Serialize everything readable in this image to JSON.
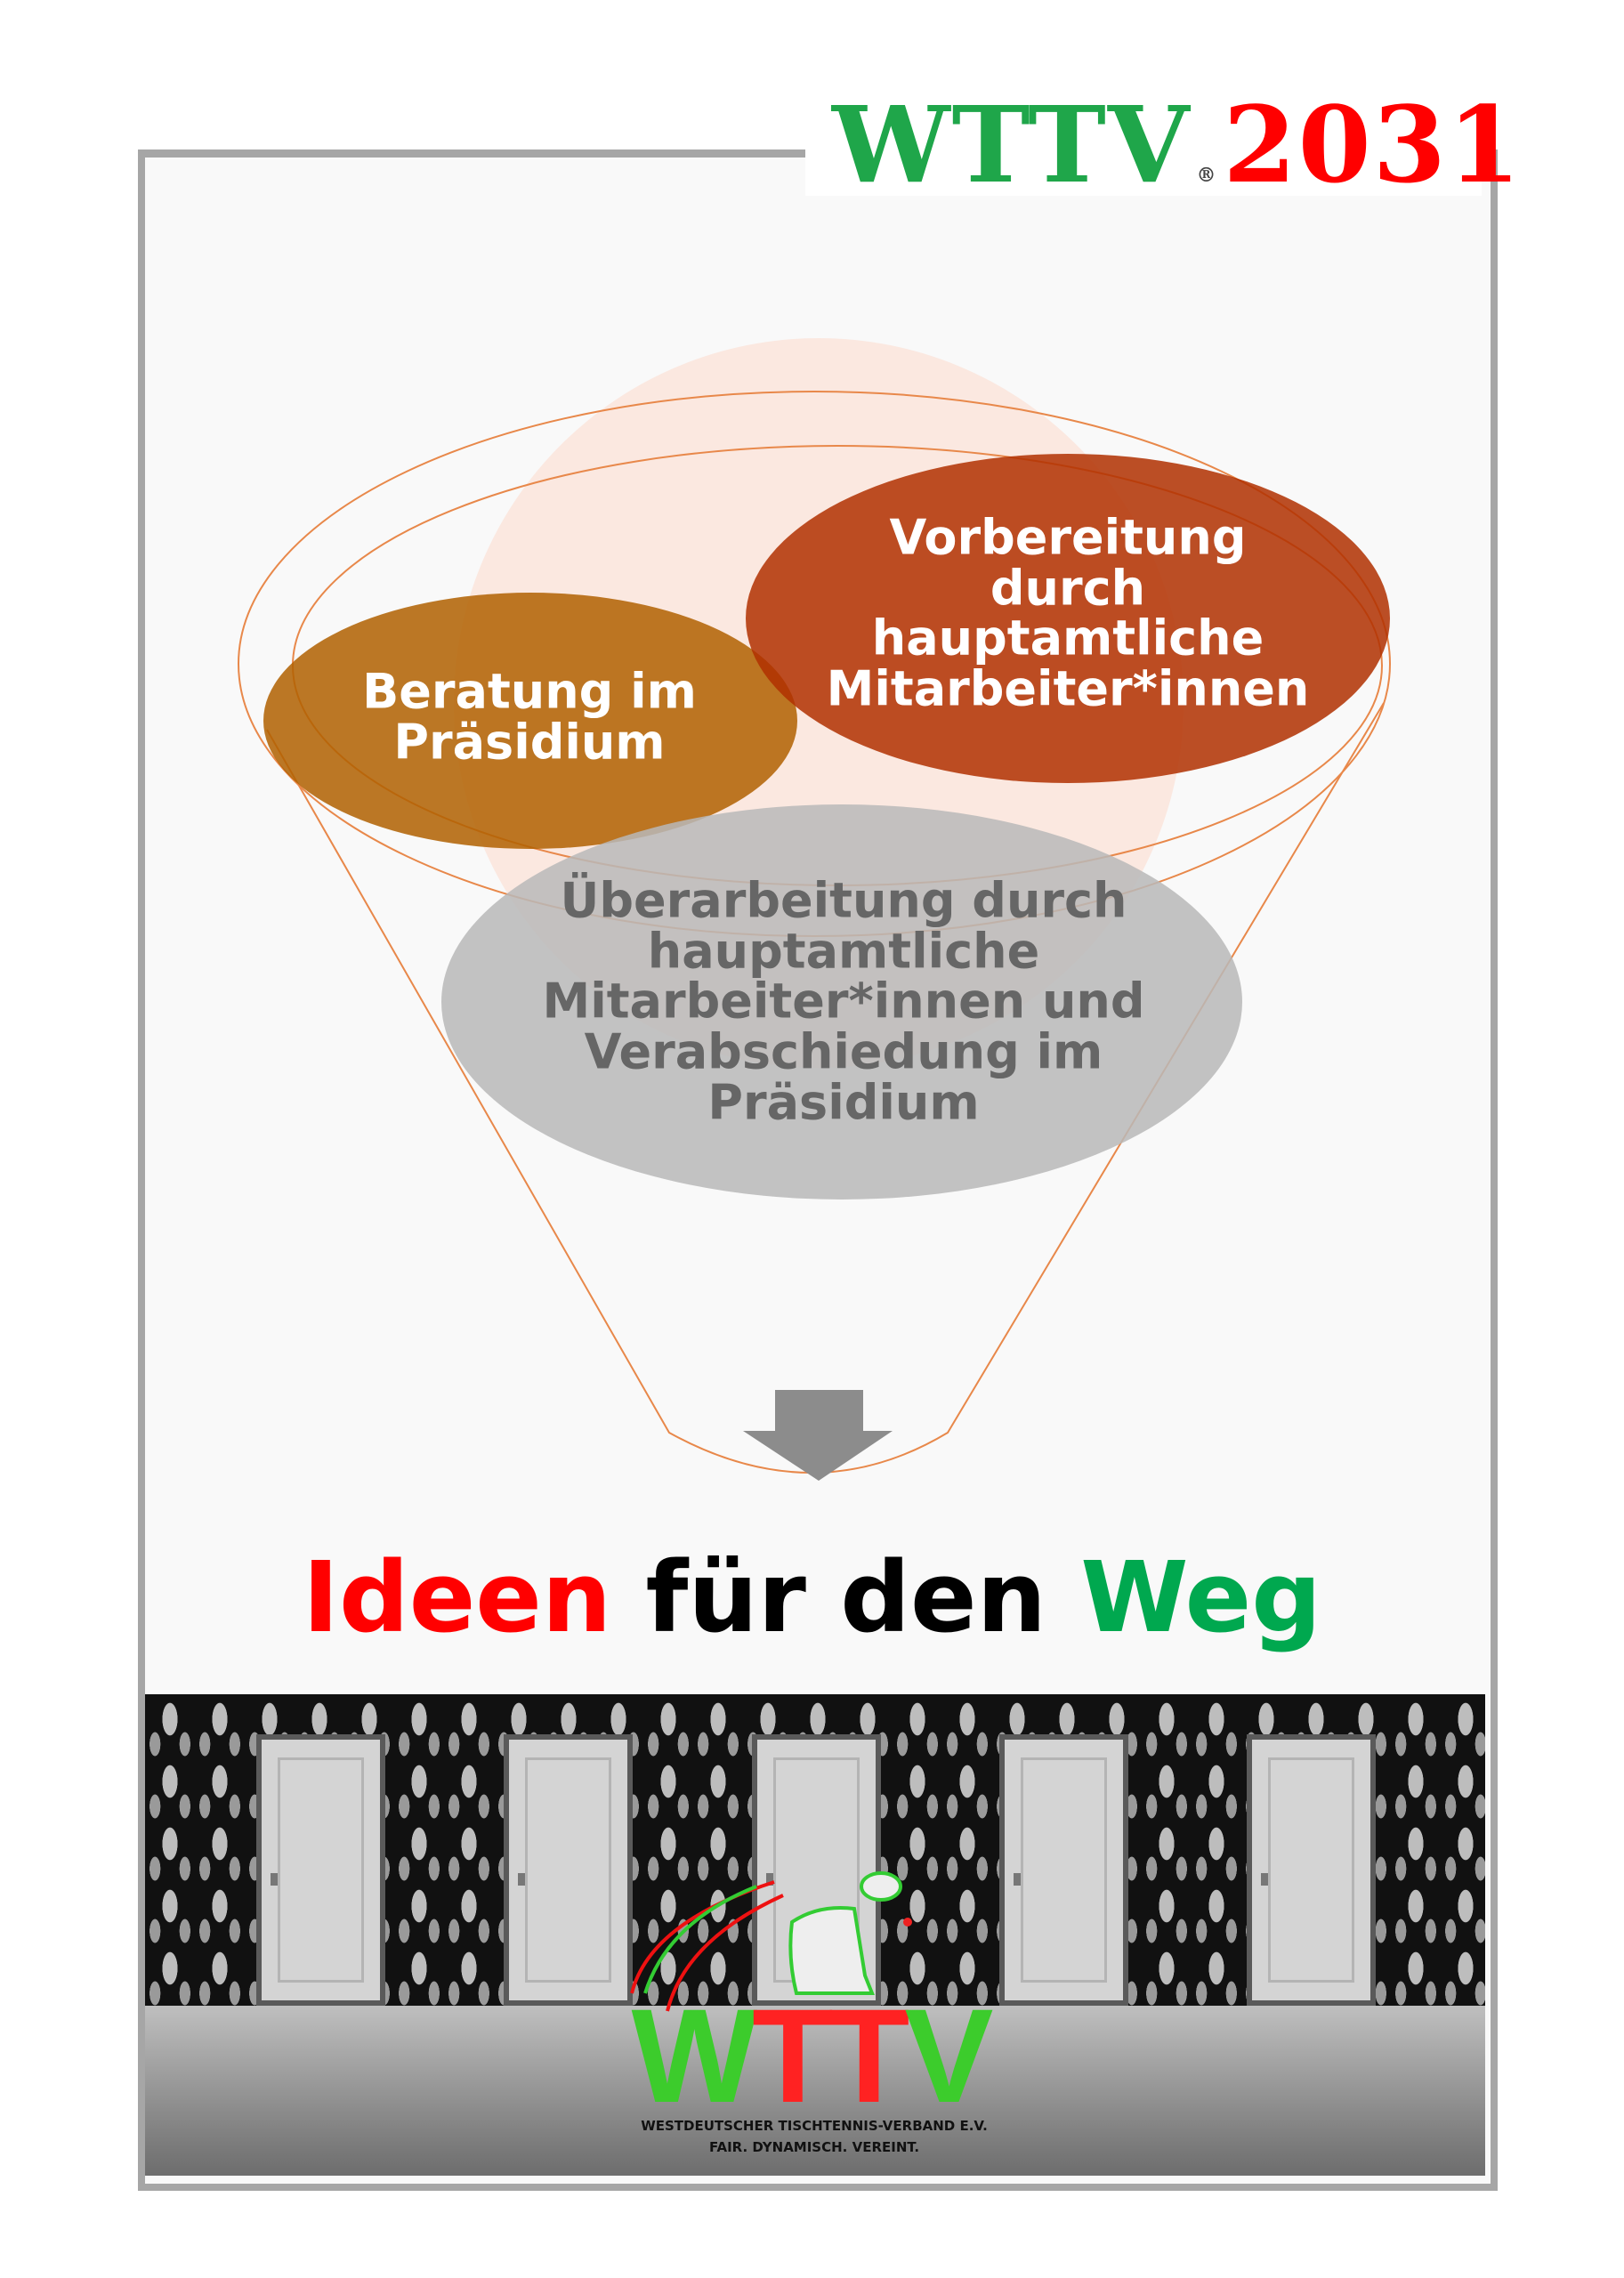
{
  "header": {
    "logo_text": "WTTV",
    "logo_registered": "®",
    "logo_year": "2031"
  },
  "diagram": {
    "ellipse_orange": {
      "label": "Beratung im\nPräsidium",
      "color": "#b06000"
    },
    "ellipse_red": {
      "label": "Vorbereitung\ndurch\nhauptamtliche\nMitarbeiter*innen",
      "color": "#b03000"
    },
    "ellipse_gray": {
      "label": "Überarbeitung durch\nhauptamtliche\nMitarbeiter*innen und\nVerabschiedung im\nPräsidium",
      "color": "#c0c0c0"
    },
    "arrow": "down-arrow-icon"
  },
  "headline": {
    "part1": "Ideen",
    "part2": "für den",
    "part3": "Weg"
  },
  "footer_logo": {
    "text_w": "W",
    "text_tt": "TT",
    "text_v": "V",
    "org_name": "WESTDEUTSCHER TISCHTENNIS-VERBAND E.V.",
    "slogan": "FAIR. DYNAMISCH. VEREINT."
  }
}
